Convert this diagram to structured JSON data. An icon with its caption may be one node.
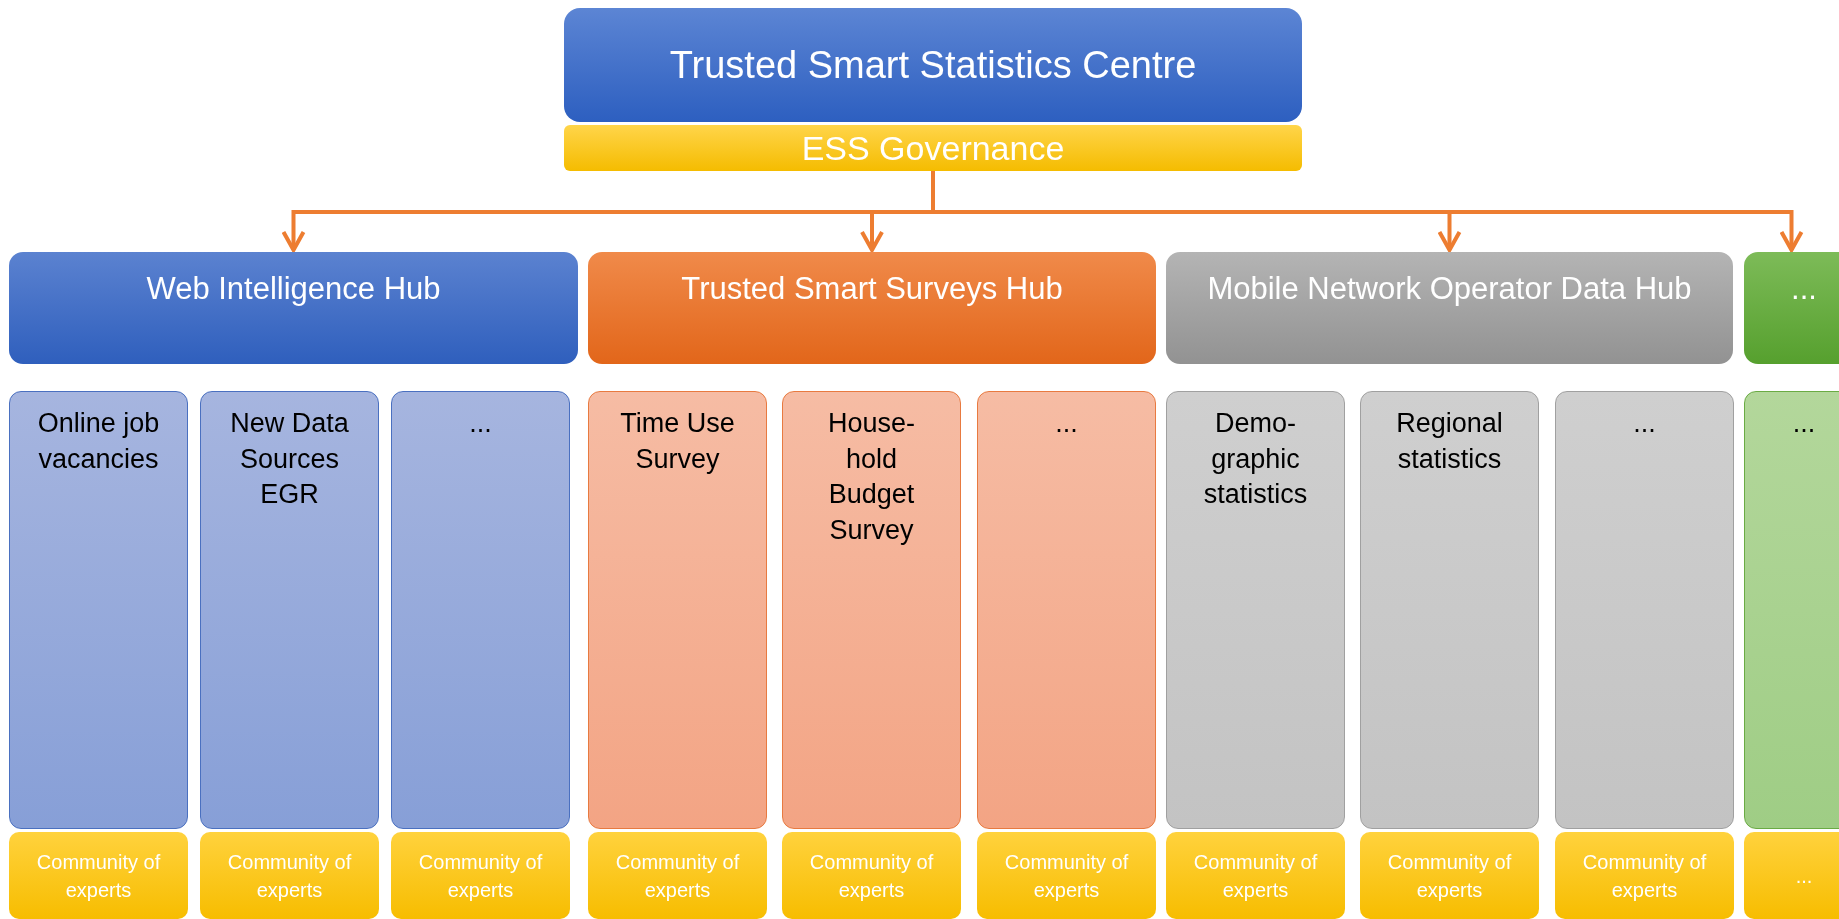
{
  "diagram": {
    "nodes": [
      {
        "text": [
          "Trusted Smart Statistics Centre"
        ]
      },
      {
        "text": [
          "ESS Governance"
        ]
      },
      {
        "text": [
          "Web Intelligence Hub"
        ]
      },
      {
        "text": [
          "Trusted Smart Surveys Hub"
        ]
      },
      {
        "text": [
          "Mobile Network Operator Data Hub"
        ]
      },
      {
        "text": [
          "..."
        ]
      },
      {
        "text": [
          "Online job vacancies"
        ]
      },
      {
        "text": [
          "New Data Sources EGR"
        ]
      },
      {
        "text": [
          "..."
        ]
      },
      {
        "text": [
          "Time Use Survey"
        ]
      },
      {
        "text": [
          "House-hold Budget Survey"
        ]
      },
      {
        "text": [
          "..."
        ]
      },
      {
        "text": [
          "Demo-graphic statistics"
        ]
      },
      {
        "text": [
          "Regional statistics"
        ]
      },
      {
        "text": [
          "..."
        ]
      },
      {
        "text": [
          "..."
        ]
      },
      {
        "text": [
          "Community of experts"
        ]
      },
      {
        "text": [
          "Community of experts"
        ]
      },
      {
        "text": [
          "Community of experts"
        ]
      },
      {
        "text": [
          "Community of experts"
        ]
      },
      {
        "text": [
          "Community of experts"
        ]
      },
      {
        "text": [
          "Community of experts"
        ]
      },
      {
        "text": [
          "Community of experts"
        ]
      },
      {
        "text": [
          "Community of experts"
        ]
      },
      {
        "text": [
          "Community of experts"
        ]
      },
      {
        "text": [
          "..."
        ]
      }
    ],
    "edges": [
      {
        "from": 1,
        "to": 2,
        "arrow": "to"
      },
      {
        "from": 1,
        "to": 3,
        "arrow": "to"
      },
      {
        "from": 1,
        "to": 4,
        "arrow": "to"
      },
      {
        "from": 1,
        "to": 5,
        "arrow": "to"
      }
    ]
  }
}
